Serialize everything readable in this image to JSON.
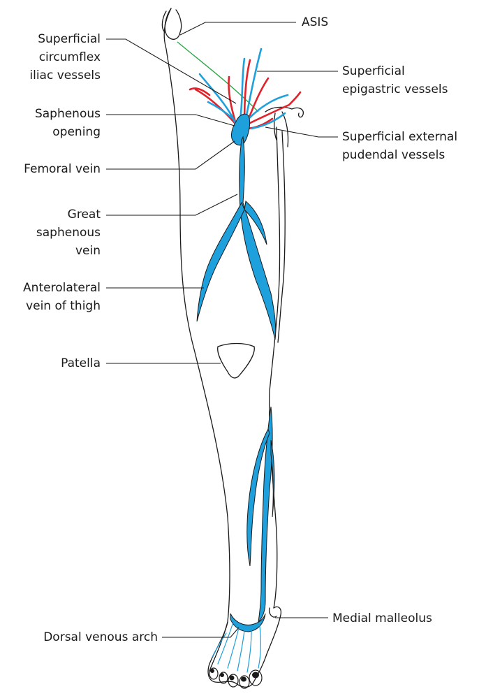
{
  "colors": {
    "vein": "#1ea0dc",
    "artery": "#e0222a",
    "nerve": "#2ca84a",
    "outline": "#1a1a1a"
  },
  "labels": {
    "asis": "ASIS",
    "superficial_circumflex_iliac": [
      "Superficial",
      "circumflex",
      "iliac vessels"
    ],
    "superficial_epigastric": [
      "Superficial",
      "epigastric vessels"
    ],
    "saphenous_opening": [
      "Saphenous",
      "opening"
    ],
    "superficial_external_pudendal": [
      "Superficial external",
      "pudendal vessels"
    ],
    "femoral_vein": "Femoral vein",
    "great_saphenous_vein": [
      "Great",
      "saphenous",
      "vein"
    ],
    "anterolateral_vein": [
      "Anterolateral",
      "vein of thigh"
    ],
    "patella": "Patella",
    "medial_malleolus": "Medial malleolus",
    "dorsal_venous_arch": "Dorsal venous arch"
  }
}
